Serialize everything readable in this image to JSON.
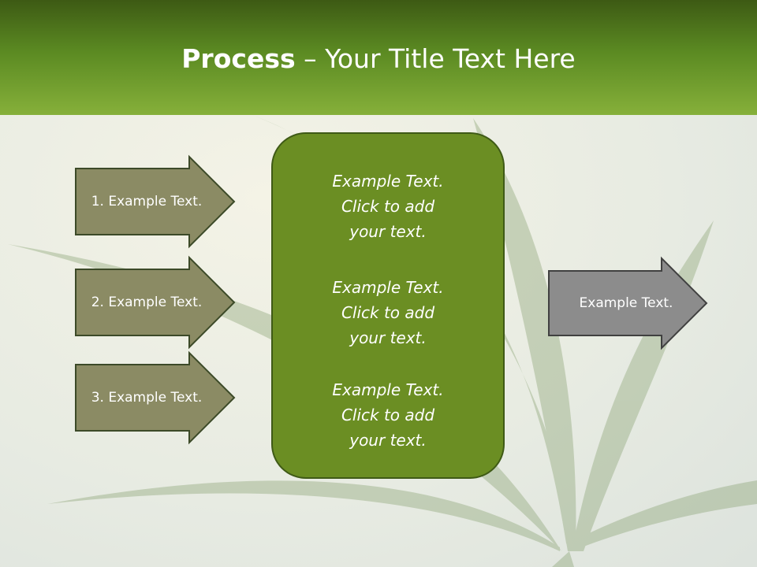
{
  "slide": {
    "title_bold": "Process",
    "title_rest": " – Your Title Text Here"
  },
  "inputs": [
    {
      "label": "1. Example Text."
    },
    {
      "label": "2. Example Text."
    },
    {
      "label": "3. Example Text."
    }
  ],
  "center": {
    "blocks": [
      {
        "lines": [
          "Example Text.",
          "Click  to add",
          "your text."
        ]
      },
      {
        "lines": [
          "Example Text.",
          "Click  to add",
          "your text."
        ]
      },
      {
        "lines": [
          "Example Text.",
          "Click  to add",
          "your text."
        ]
      }
    ]
  },
  "output": {
    "label": "Example Text."
  },
  "colors": {
    "header_dark": "#3d5a14",
    "header_light": "#86b03a",
    "input_arrow_fill": "#8b8b64",
    "center_box_fill": "#6b8e23",
    "output_arrow_fill": "#8c8c8c",
    "outline": "#3c4a28"
  }
}
